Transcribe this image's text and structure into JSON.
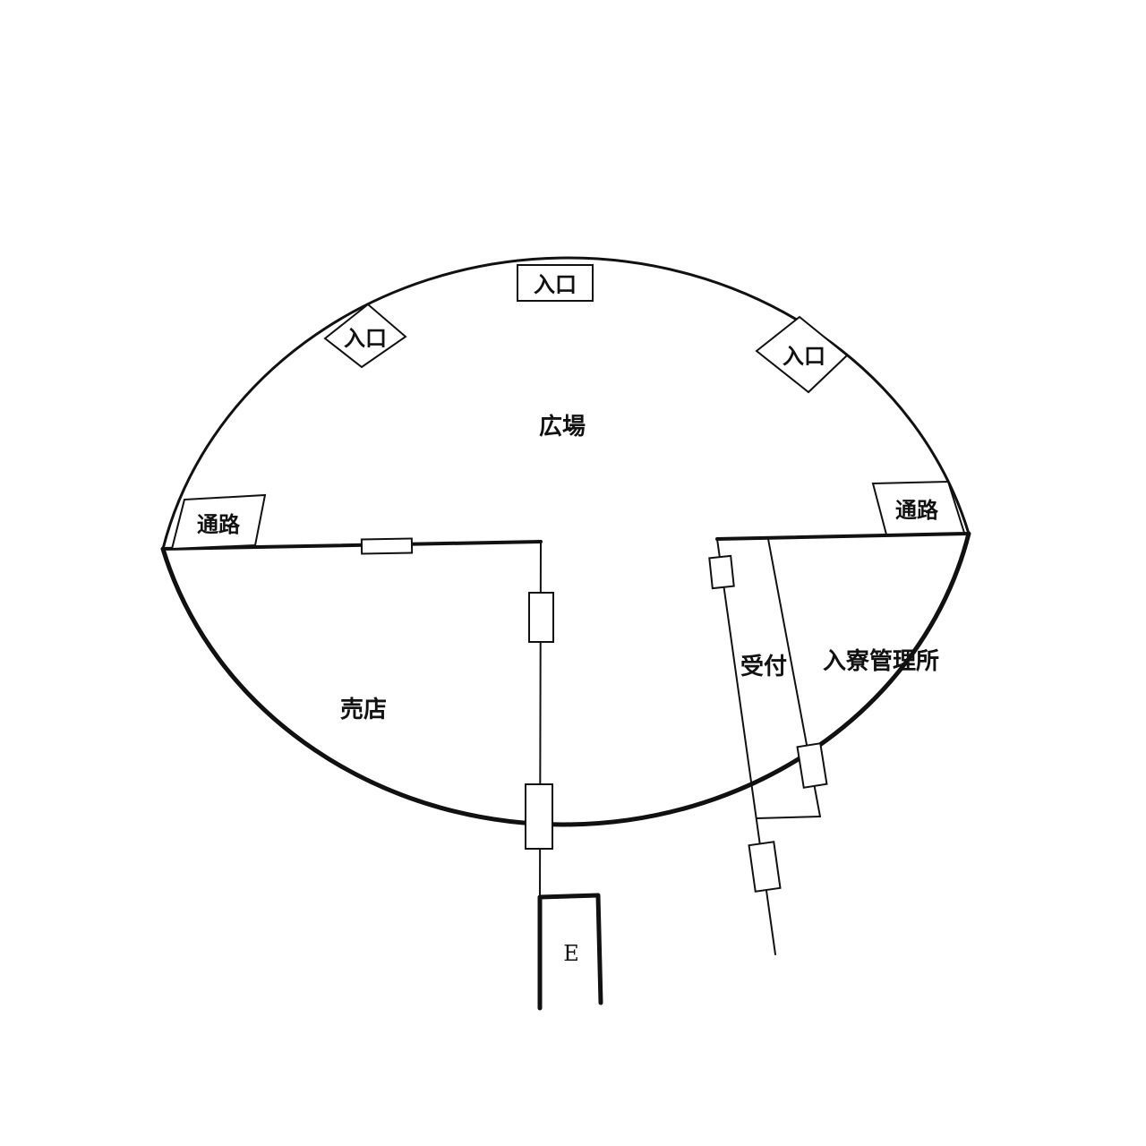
{
  "labels": {
    "plaza": "広場",
    "shop": "売店",
    "reception": "受付",
    "office": "入寮管理所",
    "entrance_top": "入口",
    "entrance_left": "入口",
    "entrance_right": "入口",
    "passage_left": "通路",
    "passage_right": "通路",
    "elevator": "E"
  },
  "colors": {
    "line": "#111111",
    "background": "#ffffff"
  }
}
